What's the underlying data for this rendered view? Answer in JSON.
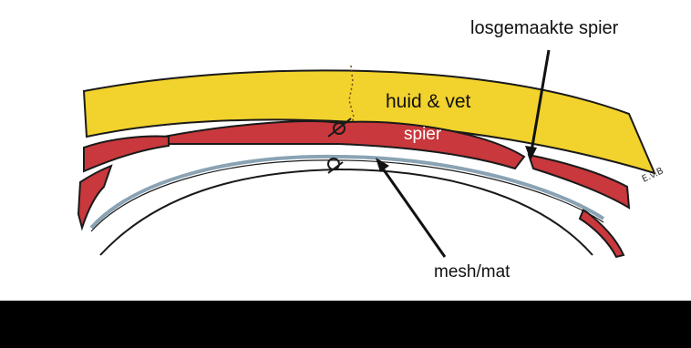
{
  "labels": {
    "detached_muscle": "losgemaakte spier",
    "skin_fat": "huid & vet",
    "muscle": "spier",
    "mesh": "mesh/mat"
  },
  "artist_signature": "E.v.B",
  "colors": {
    "skin_fat_fill": "#f2d22c",
    "muscle_fill": "#c8383c",
    "mesh_line": "#8aa3b4",
    "outline": "#1a1a1a",
    "footer": "#000000"
  }
}
